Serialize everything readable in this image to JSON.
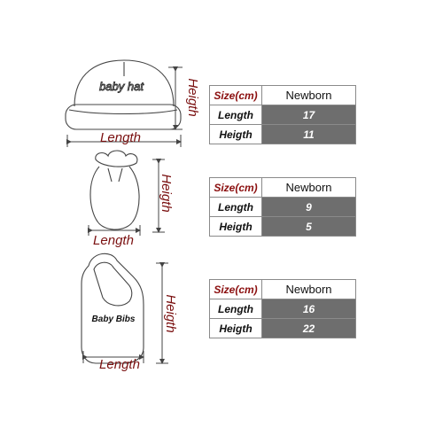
{
  "items": [
    {
      "name": "baby hat",
      "print_text": "baby hat",
      "dim_length": "Length",
      "dim_height": "Heigth",
      "table": {
        "header_label": "Size(cm)",
        "header_value": "Newborn",
        "rows": [
          {
            "label": "Length",
            "value": "17"
          },
          {
            "label": "Heigth",
            "value": "11"
          }
        ]
      }
    },
    {
      "name": "mitten",
      "dim_length": "Length",
      "dim_height": "Heigth",
      "table": {
        "header_label": "Size(cm)",
        "header_value": "Newborn",
        "rows": [
          {
            "label": "Length",
            "value": "9"
          },
          {
            "label": "Heigth",
            "value": "5"
          }
        ]
      }
    },
    {
      "name": "bib",
      "print_text": "Baby Bibs",
      "dim_length": "Length",
      "dim_height": "Heigth",
      "table": {
        "header_label": "Size(cm)",
        "header_value": "Newborn",
        "rows": [
          {
            "label": "Length",
            "value": "16"
          },
          {
            "label": "Heigth",
            "value": "22"
          }
        ]
      }
    }
  ],
  "colors": {
    "dimension_text": "#7a1010",
    "value_cell_bg": "#6e6e6e",
    "outline": "#555555"
  }
}
